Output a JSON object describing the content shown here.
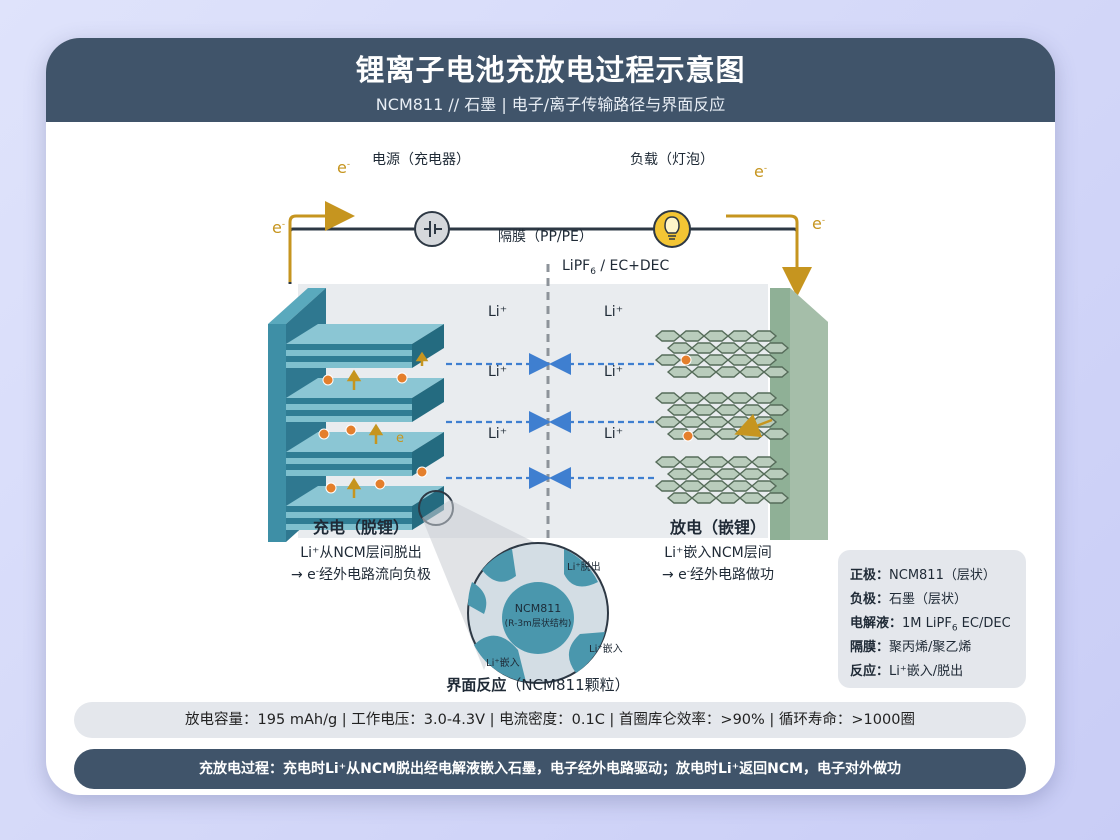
{
  "header": {
    "title": "锂离子电池充放电过程示意图",
    "subtitle": "NCM811 // 石墨 | 电子/离子传输路径与界面反应"
  },
  "circuit": {
    "power_label": "电源（充电器）",
    "load_label": "负载（灯泡）",
    "electron": "e"
  },
  "cell": {
    "separator_label": "隔膜（PP/PE）",
    "electrolyte_label_pre": "LiPF",
    "electrolyte_sub": "6",
    "electrolyte_label_post": " / EC+DEC",
    "ion_label": "Li⁺"
  },
  "charge": {
    "title": "充电（脱锂）",
    "line1": "Li⁺从NCM层间脱出",
    "line2_pre": "→ e",
    "line2_post": "经外电路流向负极"
  },
  "discharge": {
    "title": "放电（嵌锂）",
    "line1": "Li⁺嵌入NCM层间",
    "line2_pre": "→ e",
    "line2_post": "经外电路做功"
  },
  "zoom": {
    "core_label": "NCM811",
    "core_sub": "(R-3m层状结构)",
    "out_label": "Li⁺脱出",
    "in_label_right": "Li⁺嵌入",
    "in_label_left": "Li⁺嵌入",
    "li_symbol": "Li",
    "caption_bold": "界面反应",
    "caption_rest": "（NCM811颗粒）"
  },
  "legend": {
    "cathode_key": "正极：",
    "cathode_val": "NCM811（层状）",
    "anode_key": "负极：",
    "anode_val": "石墨（层状）",
    "electrolyte_key": "电解液：",
    "electrolyte_val_pre": "1M LiPF",
    "electrolyte_val_sub": "6",
    "electrolyte_val_post": " EC/DEC",
    "separator_key": "隔膜：",
    "separator_val": "聚丙烯/聚乙烯",
    "reaction_key": "反应：",
    "reaction_val": "Li⁺嵌入/脱出"
  },
  "stats_bar": "放电容量：195 mAh/g  |  工作电压：3.0-4.3V  |  电流密度：0.1C  |  首圈库仑效率：>90%  |  循环寿命：>1000圈",
  "process_bar": "充放电过程：充电时Li⁺从NCM脱出经电解液嵌入石墨，电子经外电路驱动；放电时Li⁺返回NCM，电子对外做功",
  "colors": {
    "header_bg": "#40546a",
    "electrode_teal": "#3e8fa6",
    "graphite_green": "#9fb8a3",
    "electron_gold": "#c6951f",
    "ion_arrow_blue": "#3f7fd0",
    "li_orange": "#e47f2c"
  }
}
